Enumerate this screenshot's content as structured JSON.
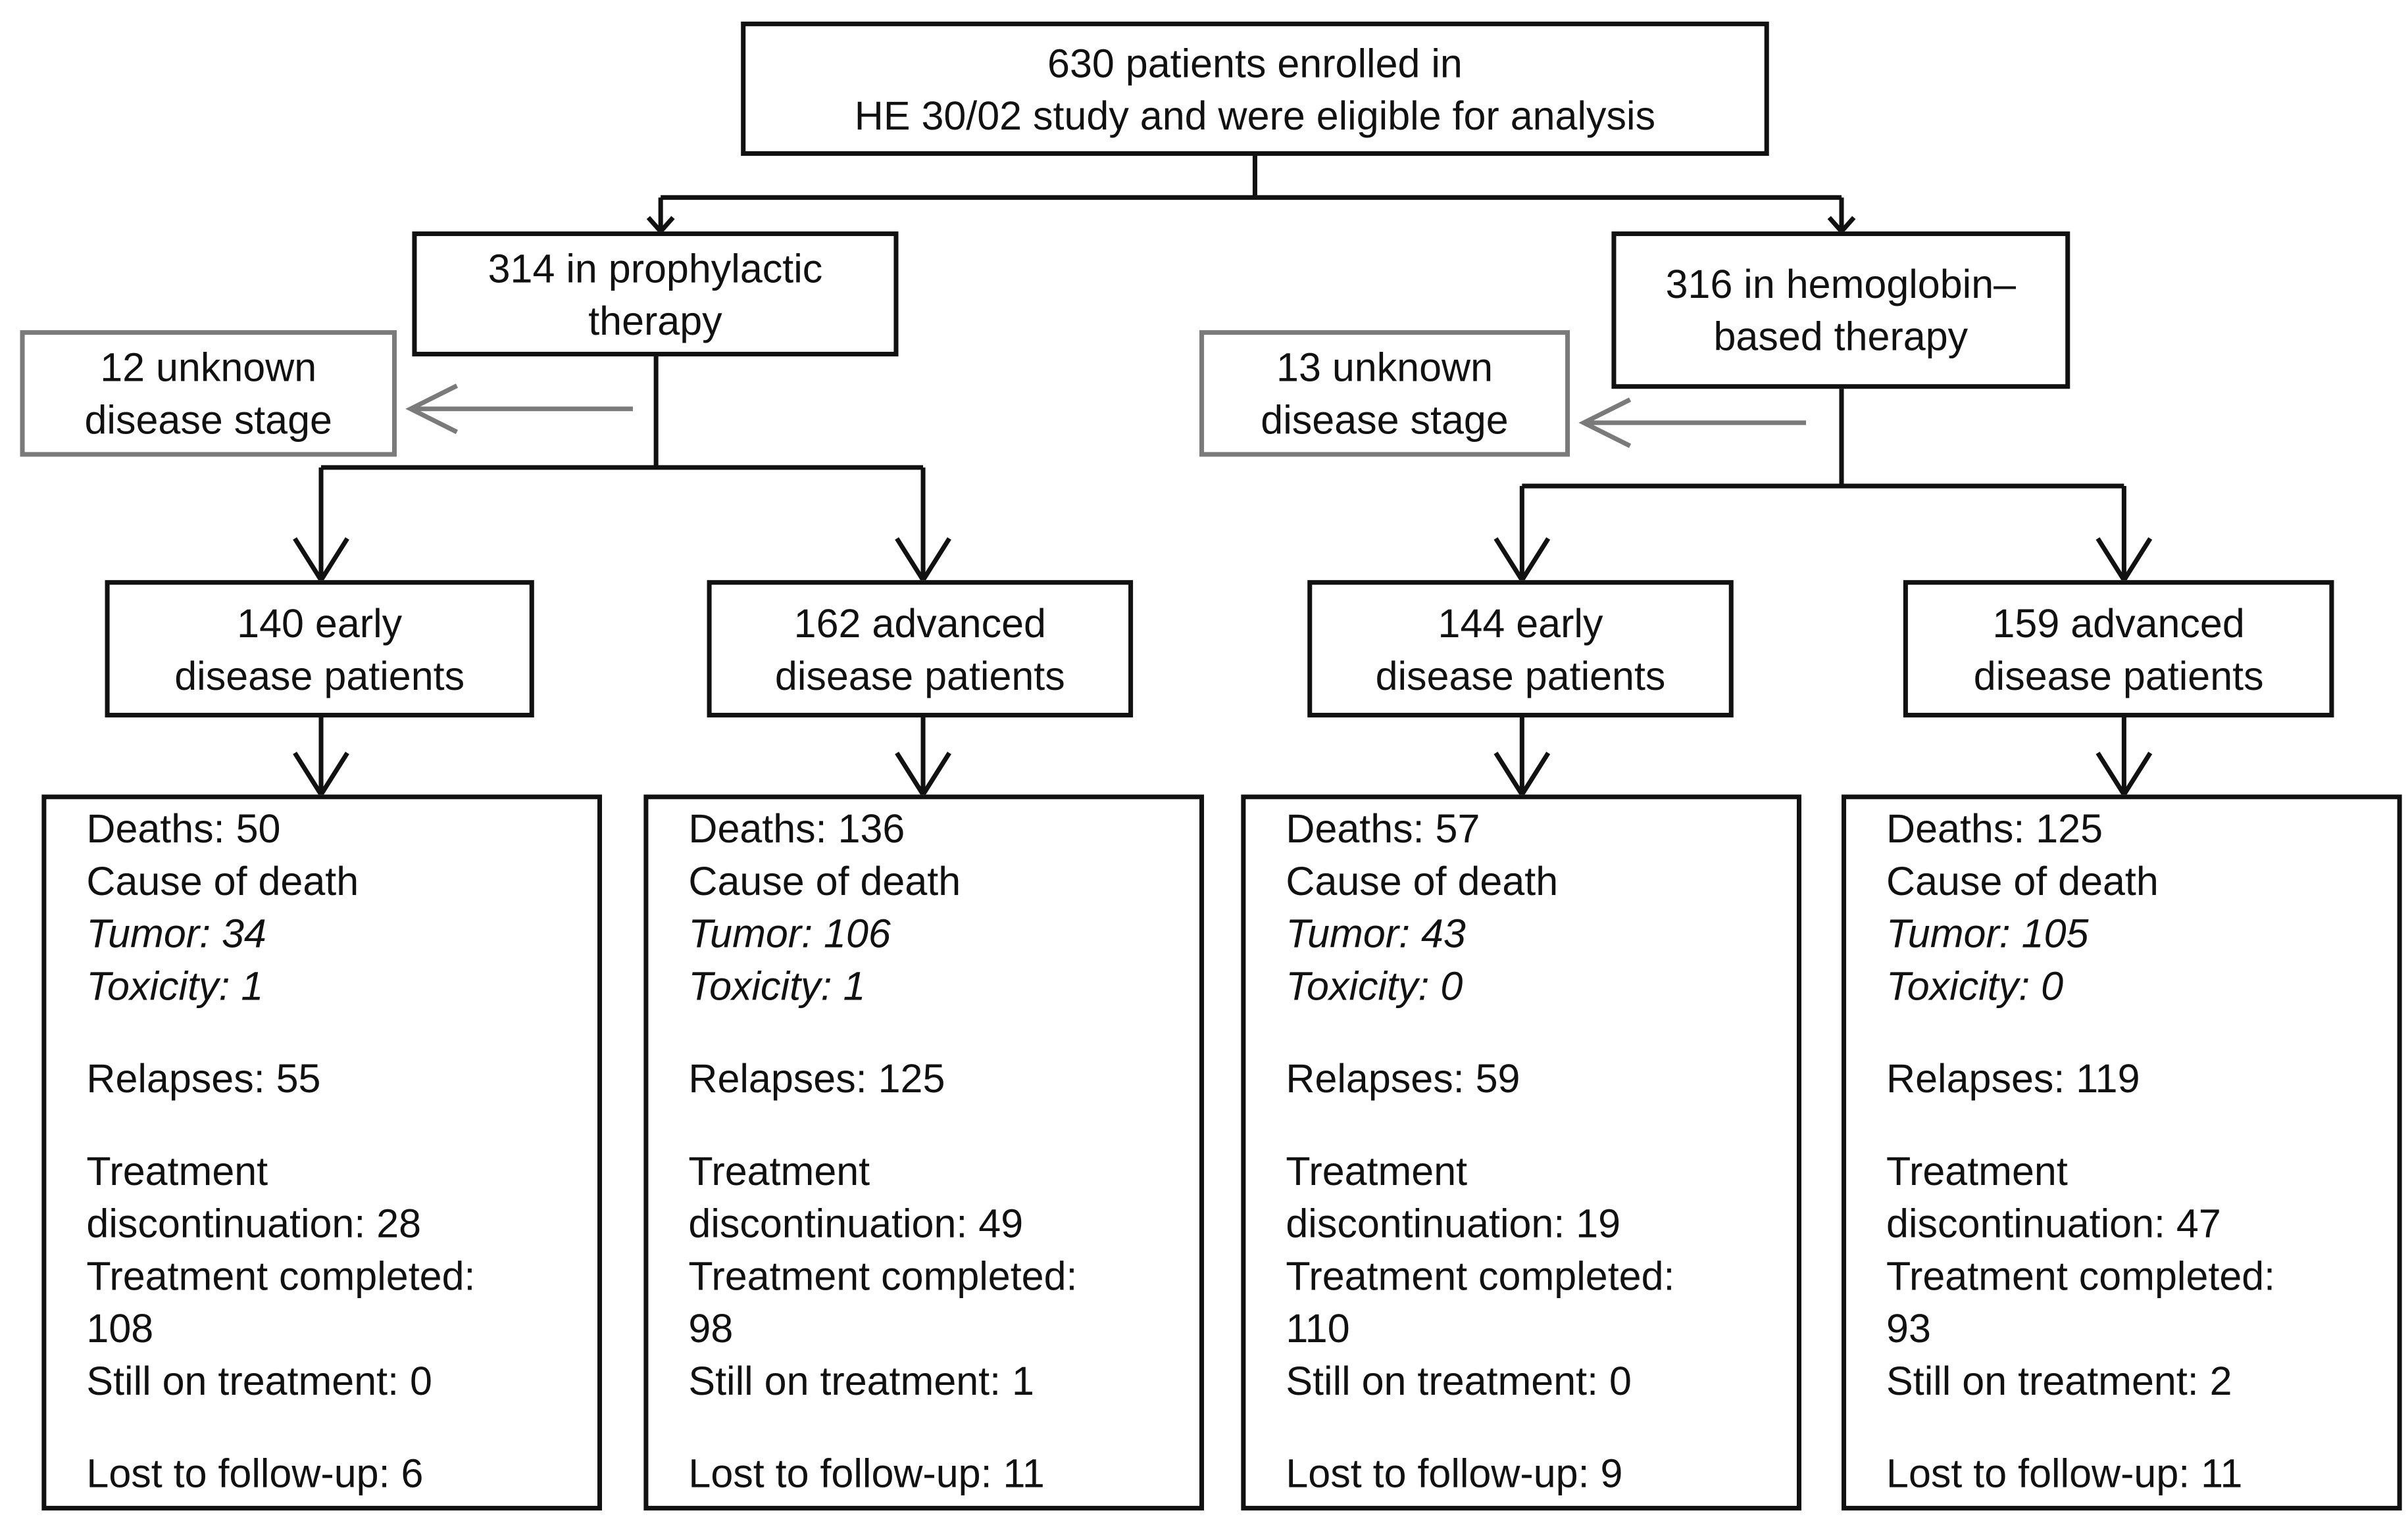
{
  "root": {
    "line1": "630 patients enrolled in",
    "line2": "HE 30/02 study and were eligible for analysis"
  },
  "arms": [
    {
      "line1": "314 in prophylactic",
      "line2": "therapy",
      "unknown": {
        "line1": "12 unknown",
        "line2": "disease stage"
      },
      "groups": [
        {
          "line1": "140 early",
          "line2": "disease patients",
          "outcome": {
            "deaths": "Deaths: 50",
            "cause": "Cause of death",
            "tumor": "Tumor: 34",
            "toxicity": "Toxicity: 1",
            "relapses": "Relapses: 55",
            "disc1": "Treatment",
            "disc2": "discontinuation: 28",
            "comp1": "Treatment completed:",
            "comp2": "108",
            "still": "Still on treatment: 0",
            "lost": "Lost to follow-up: 6"
          }
        },
        {
          "line1": "162 advanced",
          "line2": "disease patients",
          "outcome": {
            "deaths": "Deaths: 136",
            "cause": "Cause of death",
            "tumor": "Tumor: 106",
            "toxicity": "Toxicity: 1",
            "relapses": "Relapses: 125",
            "disc1": "Treatment",
            "disc2": "discontinuation: 49",
            "comp1": "Treatment completed:",
            "comp2": "98",
            "still": "Still on treatment: 1",
            "lost": "Lost to follow-up: 11"
          }
        }
      ]
    },
    {
      "line1": "316 in hemoglobin–",
      "line2": "based therapy",
      "unknown": {
        "line1": "13 unknown",
        "line2": "disease stage"
      },
      "groups": [
        {
          "line1": "144 early",
          "line2": "disease patients",
          "outcome": {
            "deaths": "Deaths: 57",
            "cause": "Cause of death",
            "tumor": "Tumor: 43",
            "toxicity": "Toxicity: 0",
            "relapses": "Relapses: 59",
            "disc1": "Treatment",
            "disc2": "discontinuation: 19",
            "comp1": "Treatment completed:",
            "comp2": "110",
            "still": "Still on treatment: 0",
            "lost": "Lost to follow-up: 9"
          }
        },
        {
          "line1": "159 advanced",
          "line2": "disease patients",
          "outcome": {
            "deaths": "Deaths: 125",
            "cause": "Cause of death",
            "tumor": "Tumor: 105",
            "toxicity": "Toxicity: 0",
            "relapses": "Relapses: 119",
            "disc1": "Treatment",
            "disc2": "discontinuation: 47",
            "comp1": "Treatment completed:",
            "comp2": "93",
            "still": "Still on treatment: 2",
            "lost": "Lost to follow-up: 11"
          }
        }
      ]
    }
  ],
  "colors": {
    "line": "#111111",
    "grey": "#7a7a7a"
  }
}
